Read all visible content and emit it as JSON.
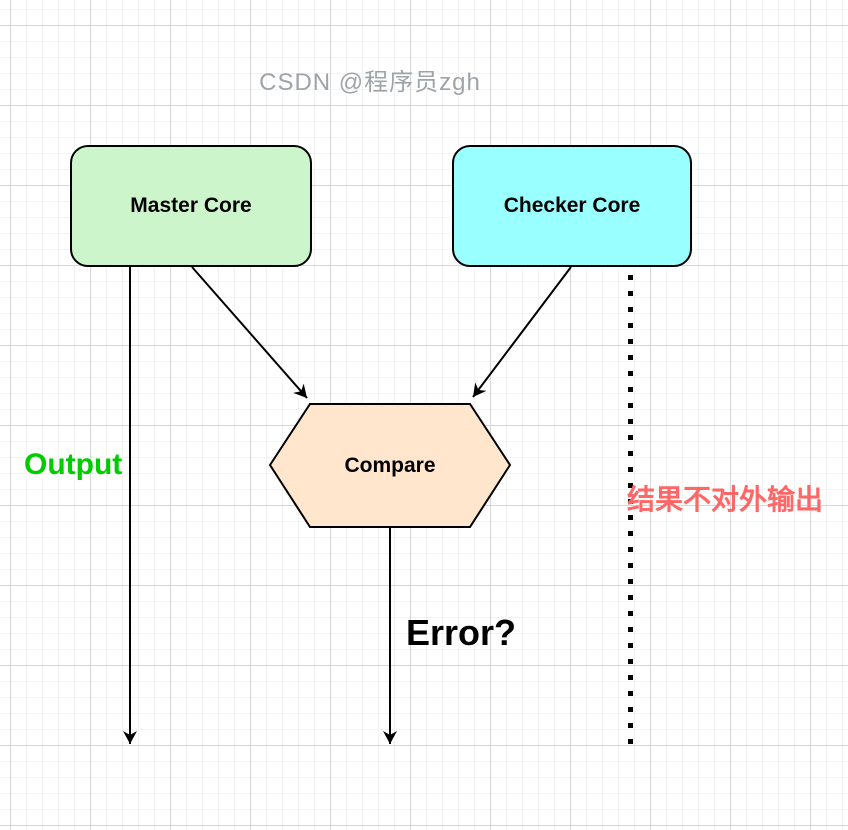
{
  "watermark": {
    "text": "CSDN @程序员zgh",
    "color": "#9fa4a9"
  },
  "nodes": {
    "master": {
      "label": "Master Core",
      "fill": "#ccf5cc",
      "shape": "rounded-rect"
    },
    "checker": {
      "label": "Checker Core",
      "fill": "#99ffff",
      "shape": "rounded-rect"
    },
    "compare": {
      "label": "Compare",
      "fill": "#ffe6cc",
      "shape": "hexagon"
    }
  },
  "labels": {
    "output": {
      "text": "Output",
      "color": "#00cc00"
    },
    "error": {
      "text": "Error?",
      "color": "#000000"
    },
    "note": {
      "text": "结果不对外输出",
      "color": "#ff6666"
    }
  },
  "edges": [
    {
      "id": "master-output",
      "from": "Master Core",
      "to": "bottom (Output)",
      "style": "solid",
      "arrow": true
    },
    {
      "id": "master-compare",
      "from": "Master Core",
      "to": "Compare",
      "style": "solid",
      "arrow": true
    },
    {
      "id": "checker-compare",
      "from": "Checker Core",
      "to": "Compare",
      "style": "solid",
      "arrow": true
    },
    {
      "id": "compare-error",
      "from": "Compare",
      "to": "bottom (Error?)",
      "style": "solid",
      "arrow": true
    },
    {
      "id": "checker-internal",
      "from": "Checker Core",
      "to": "bottom",
      "style": "dotted",
      "arrow": false
    }
  ],
  "colors": {
    "stroke": "#000000",
    "grid_major": "#d6d6d6",
    "grid_minor": "#f3f3f3",
    "background": "#ffffff"
  }
}
